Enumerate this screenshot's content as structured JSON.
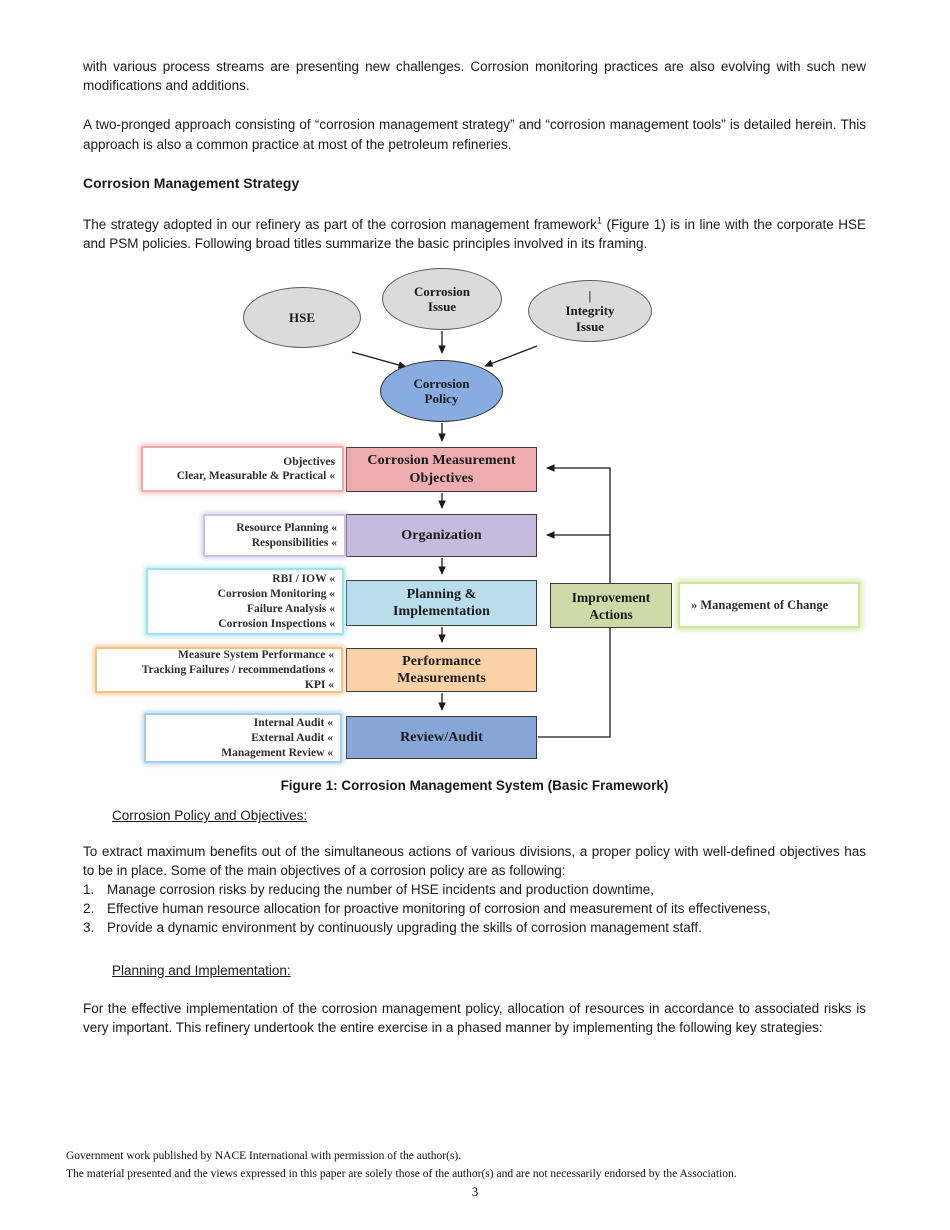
{
  "colors": {
    "node_gray": "#dcdbdb",
    "node_policy_blue": "#88acdf",
    "box_pink": "#ecacb0",
    "box_purple": "#c8badd",
    "box_lightblue": "#b9ddeb",
    "box_peach": "#fbd2a8",
    "box_review_blue": "#87a6d7",
    "box_improvement_green": "#cfdaa9",
    "glow_pink": "#eeaab0",
    "glow_purple": "#cfc0e6",
    "glow_cyan": "#9fe2ef",
    "glow_orange": "#f6c184",
    "glow_blue": "#a8cdec",
    "glow_green": "#cfe79d"
  },
  "content": {
    "para1": "with various process streams are presenting new challenges. Corrosion monitoring practices are also evolving with such new modifications and additions.",
    "para2": "A two-pronged approach consisting of “corrosion management strategy” and “corrosion management tools” is detailed herein. This approach is also a common practice at most of the petroleum refineries.",
    "heading_strategy": "Corrosion Management Strategy",
    "para3_pre": "The strategy adopted in our refinery as part of the corrosion management framework",
    "para3_footnote": "1",
    "para3_post": " (Figure 1) is in line with the corporate HSE and PSM policies. Following broad titles summarize the basic principles involved in its framing.",
    "figure_caption": "Figure 1: Corrosion Management System (Basic Framework)",
    "subheading_policy": "Corrosion Policy and Objectives:",
    "para4": "To extract maximum benefits out of the simultaneous actions of various divisions, a proper policy with well-defined objectives has to be in place. Some of the main objectives of a corrosion policy are as following:",
    "list": [
      {
        "num": "1.",
        "text": "Manage corrosion risks by reducing the number of HSE incidents and production downtime,"
      },
      {
        "num": "2.",
        "text": "Effective human resource allocation for proactive monitoring of corrosion and  measurement of its effectiveness,"
      },
      {
        "num": "3.",
        "text": "Provide a dynamic environment by continuously upgrading the skills of corrosion management staff."
      }
    ],
    "subheading_planning": "Planning and Implementation:",
    "para5": "For the effective implementation of the corrosion management policy, allocation of resources in accordance to associated risks is very important. This refinery undertook the entire exercise in a phased manner by implementing the following key strategies:"
  },
  "diagram": {
    "nodes": {
      "hse": "HSE",
      "corrosion_issue": "Corrosion\nIssue",
      "integrity_issue": "|\nIntegrity\nIssue",
      "corrosion_policy": "Corrosion\nPolicy"
    },
    "flow_boxes": [
      "Corrosion Measurement\nObjectives",
      "Organization",
      "Planning &\nImplementation",
      "Performance\nMeasurements",
      "Review/Audit"
    ],
    "side_boxes": [
      "Objectives\nClear, Measurable &  Practical «",
      "Resource Planning «\nResponsibilities «",
      "RBI / IOW «\nCorrosion Monitoring «\nFailure Analysis «\nCorrosion Inspections «",
      "Measure System Performance «\nTracking Failures / recommendations «\nKPI «",
      "Internal Audit «\nExternal Audit «\nManagement Review «"
    ],
    "improvement_actions": "Improvement\nActions",
    "management_of_change": "» Management of Change"
  },
  "footer": {
    "line1": "Government work published by NACE International with permission of the author(s).",
    "line2": "The material presented and the views expressed in this paper are solely those of the author(s) and are not necessarily endorsed by the Association.",
    "page_number": "3"
  }
}
